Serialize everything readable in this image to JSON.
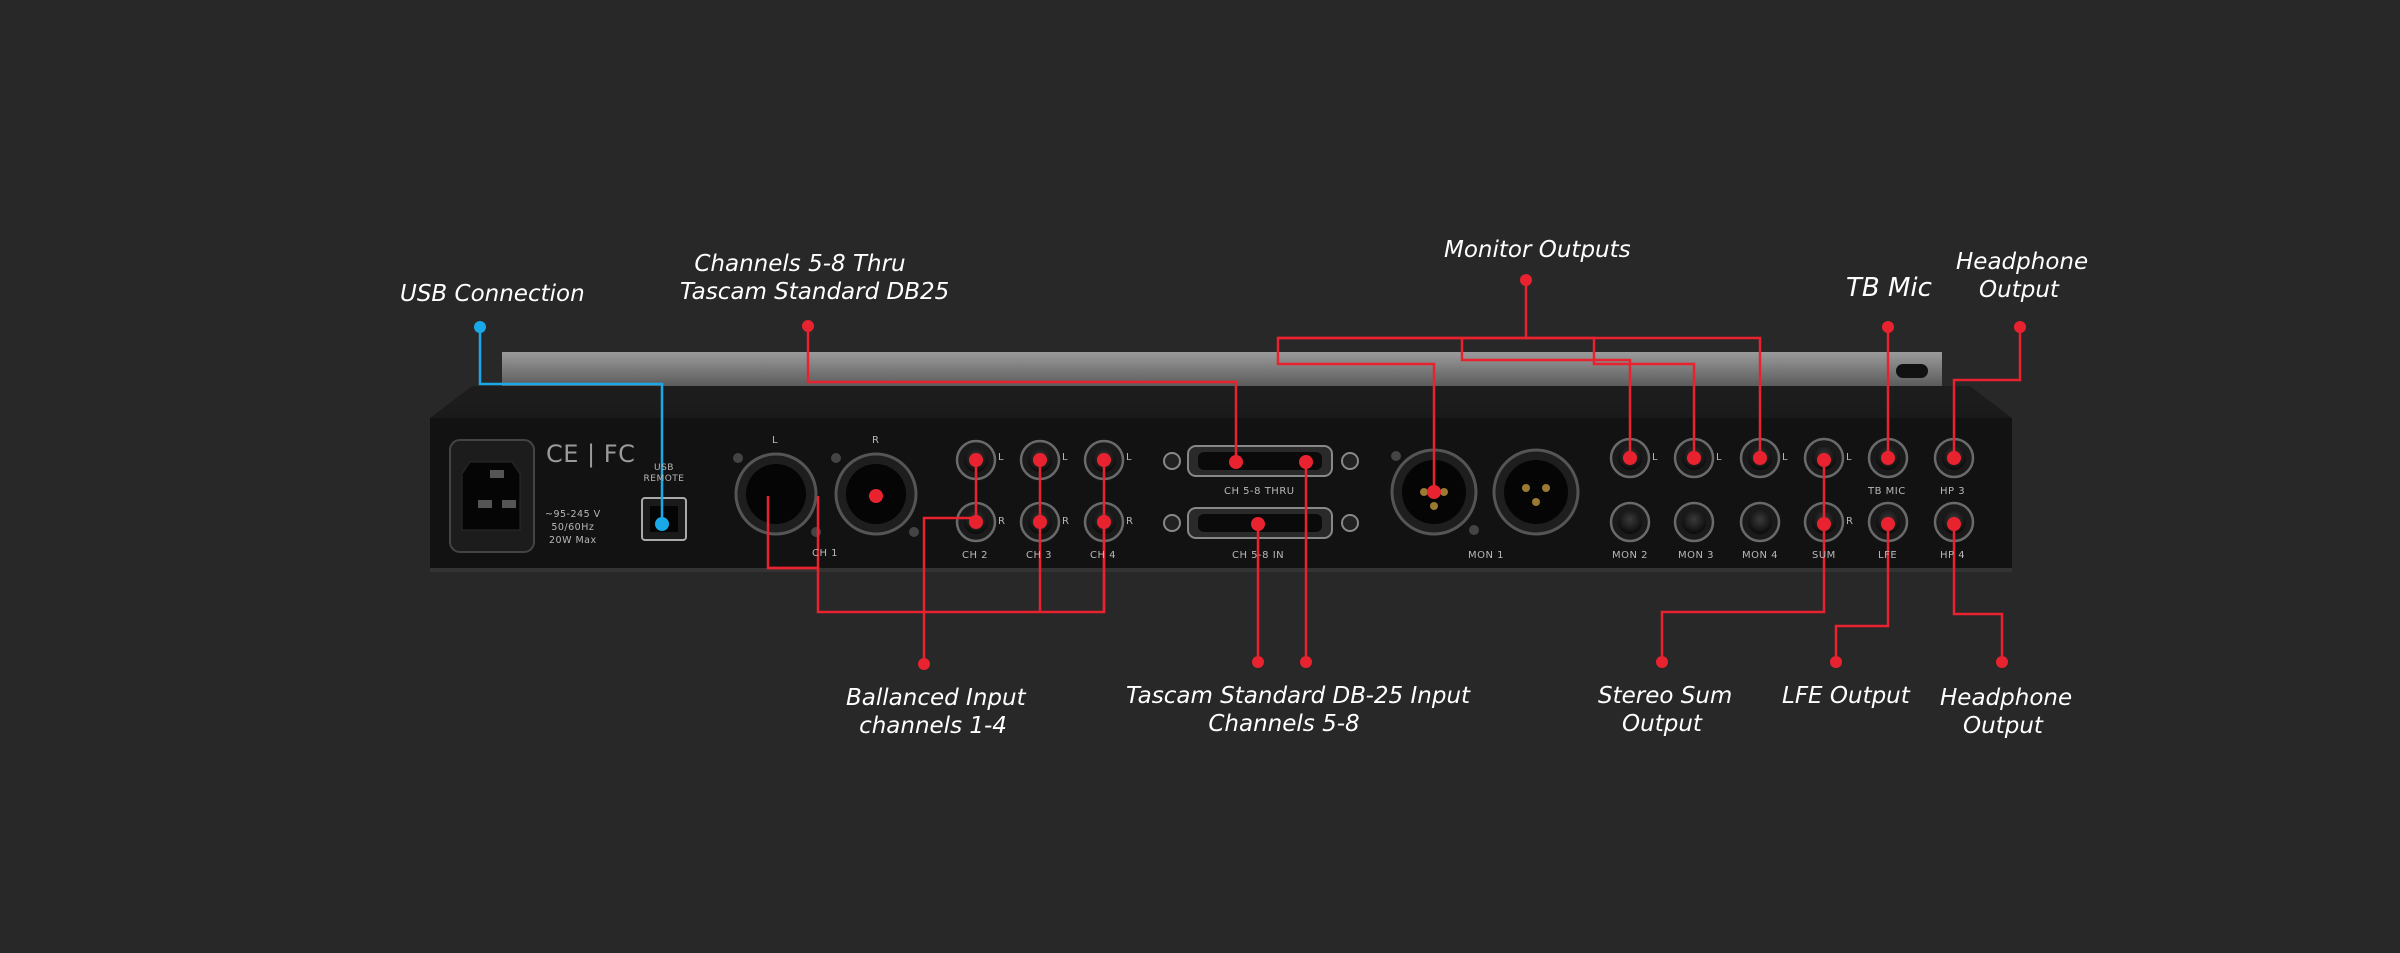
{
  "callouts": {
    "usb_connection": [
      "USB Connection"
    ],
    "channels_thru": [
      "Channels 5-8 Thru",
      "Tascam Standard DB25"
    ],
    "monitor_outputs": [
      "Monitor Outputs"
    ],
    "tb_mic": [
      "TB Mic"
    ],
    "headphone_top": [
      "Headphone",
      "Output"
    ],
    "balanced_input": [
      "Ballanced Input",
      "channels 1-4"
    ],
    "db25_input": [
      "Tascam Standard DB-25 Input",
      "Channels 5-8"
    ],
    "stereo_sum": [
      "Stereo Sum",
      "Output"
    ],
    "lfe_output": [
      "LFE Output"
    ],
    "headphone_bottom": [
      "Headphone",
      "Output"
    ]
  },
  "panel": {
    "power_spec": [
      "~95-245 V",
      "50/60Hz",
      "20W Max"
    ],
    "certification": "CE | FC",
    "usb_remote": [
      "USB",
      "REMOTE"
    ],
    "xlr_l": "L",
    "xlr_r": "R",
    "ch1": "CH 1",
    "ch2": "CH 2",
    "ch3": "CH 3",
    "ch4": "CH 4",
    "db25_thru": "CH 5-8 THRU",
    "db25_in": "CH 5-8 IN",
    "mon1": "MON 1",
    "mon2": "MON 2",
    "mon3": "MON 3",
    "mon4": "MON 4",
    "sum": "SUM",
    "lfe": "LFE",
    "tb_mic": "TB MIC",
    "hp3": "HP 3",
    "hp4": "HP 4",
    "jack_l": "L",
    "jack_r": "R"
  },
  "colors": {
    "background": "#282828",
    "callout_line": "#e8232f",
    "usb_line": "#1aa9e8",
    "panel": "#141414"
  }
}
